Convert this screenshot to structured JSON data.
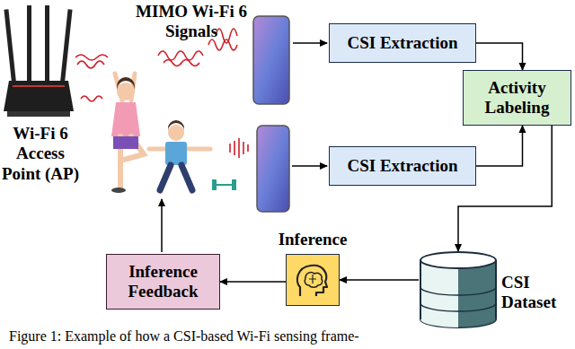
{
  "diagram": {
    "caption": "Figure 1: Example of how a CSI-based Wi-Fi sensing frame-",
    "nodes": [
      {
        "text": [
          "CSI Extraction"
        ]
      },
      {
        "text": [
          "Activity Labeling"
        ]
      },
      {
        "text": [
          "CSI Extraction"
        ]
      },
      {
        "text": [
          "CSI Dataset"
        ]
      },
      {
        "text": [
          "Inference"
        ]
      },
      {
        "text": [
          "Inference Feedback"
        ]
      }
    ],
    "edges": [
      {
        "from": 0,
        "to": 1,
        "arrow": "to"
      },
      {
        "from": 2,
        "to": 1,
        "arrow": "to"
      },
      {
        "from": 1,
        "to": 3,
        "arrow": "to"
      },
      {
        "from": 3,
        "to": 4,
        "arrow": "to"
      },
      {
        "from": 4,
        "to": 5,
        "arrow": "to"
      }
    ],
    "labels": [
      "MIMO Wi-Fi 6 Signals",
      "Wi-Fi 6 Access Point (AP)"
    ]
  }
}
